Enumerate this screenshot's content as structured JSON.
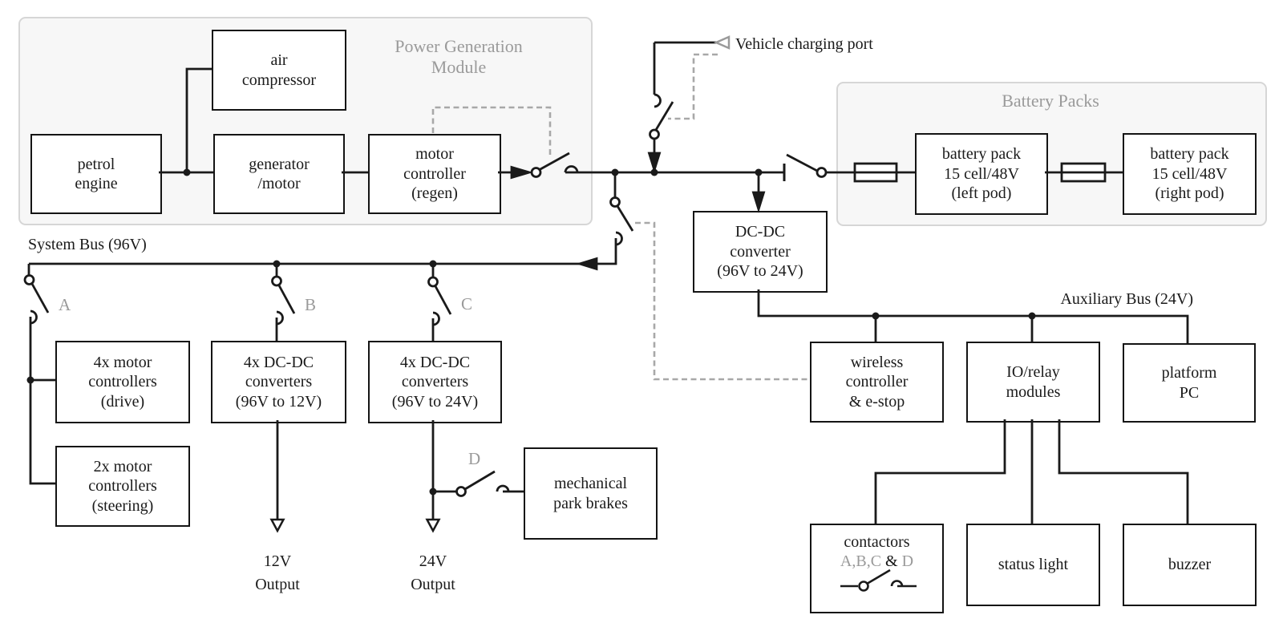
{
  "diagram": {
    "groups": {
      "power_generation": {
        "title": "Power Generation\nModule"
      },
      "battery_packs": {
        "title": "Battery Packs"
      }
    },
    "boxes": {
      "air_compressor": "air\ncompressor",
      "petrol_engine": "petrol\nengine",
      "generator_motor": "generator\n/motor",
      "motor_controller": "motor\ncontroller\n(regen)",
      "battery_left": "battery pack\n15 cell/48V\n(left pod)",
      "battery_right": "battery pack\n15 cell/48V\n(right pod)",
      "dcdc_converter": "DC-DC\nconverter\n(96V to 24V)",
      "drive_controllers": "4x motor\ncontrollers\n(drive)",
      "dcdc_12": "4x DC-DC\nconverters\n(96V to 12V)",
      "dcdc_24": "4x DC-DC\nconverters\n(96V to 24V)",
      "steering_controllers": "2x motor\ncontrollers\n(steering)",
      "park_brakes": "mechanical\npark brakes",
      "wireless_controller": "wireless\ncontroller\n& e-stop",
      "io_relay": "IO/relay\nmodules",
      "platform_pc": "platform\nPC",
      "status_light": "status light",
      "buzzer": "buzzer"
    },
    "contactors": {
      "title": "contactors",
      "letters_1": "A,B,C ",
      "amp": "&",
      "letters_2": " D"
    },
    "labels": {
      "system_bus": "System Bus (96V)",
      "aux_bus": "Auxiliary Bus (24V)",
      "charging_port": "Vehicle charging port",
      "switch_a": "A",
      "switch_b": "B",
      "switch_c": "C",
      "switch_d": "D",
      "output_12v": "12V\nOutput",
      "output_24v": "24V\nOutput"
    },
    "colors": {
      "line": "#1a1a1a",
      "muted": "#9a9a9a",
      "group_fill": "#f7f7f7",
      "group_border": "#d6d6d6",
      "dashed": "#a8a8a8"
    }
  }
}
